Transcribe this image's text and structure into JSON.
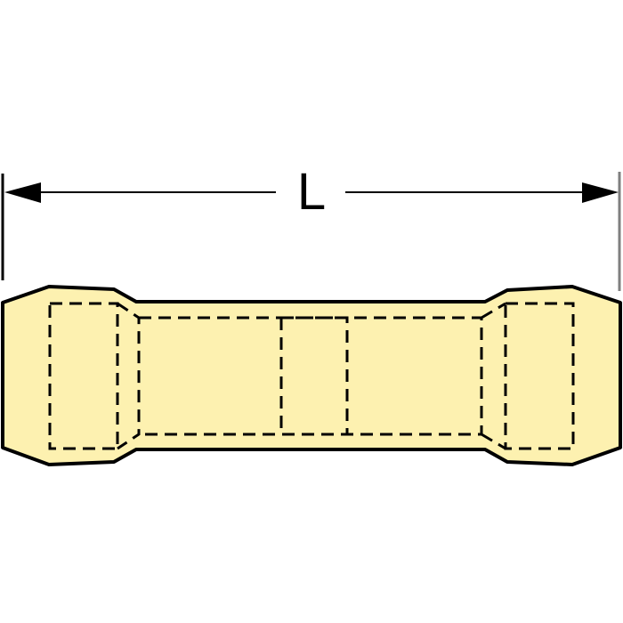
{
  "diagram": {
    "title": "Butt splice connector dimension drawing",
    "dimension": {
      "label": "L",
      "meaning": "overall length"
    },
    "colors": {
      "body_fill": "#fdf1b0",
      "outline": "#000000",
      "extension_line_right": "#7f7f7f",
      "background": "#ffffff"
    },
    "parts": [
      {
        "name": "left-barrel-collar"
      },
      {
        "name": "center-sleeve"
      },
      {
        "name": "wire-stop-center"
      },
      {
        "name": "right-barrel-collar"
      }
    ]
  }
}
